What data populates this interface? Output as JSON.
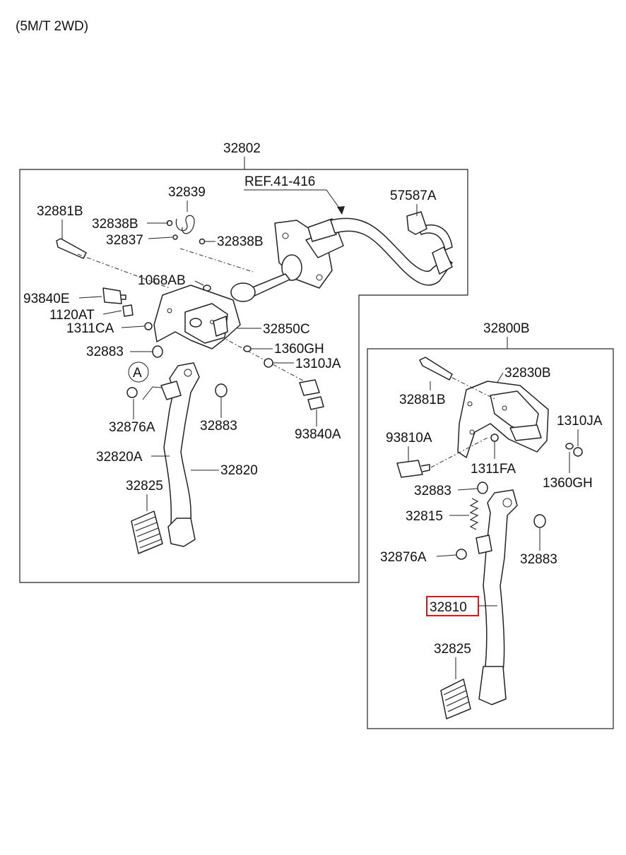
{
  "header": {
    "title": "(5M/T 2WD)"
  },
  "assemblies": {
    "left": {
      "number": "32802",
      "reference": "REF.41-416"
    },
    "right": {
      "number": "32800B"
    }
  },
  "callouts": {
    "left": [
      {
        "id": "l_57587A",
        "text": "57587A"
      },
      {
        "id": "l_32839",
        "text": "32839"
      },
      {
        "id": "l_32881B",
        "text": "32881B"
      },
      {
        "id": "l_32838B_a",
        "text": "32838B"
      },
      {
        "id": "l_32837",
        "text": "32837"
      },
      {
        "id": "l_32838B_b",
        "text": "32838B"
      },
      {
        "id": "l_1068AB",
        "text": "1068AB"
      },
      {
        "id": "l_93840E",
        "text": "93840E"
      },
      {
        "id": "l_1120AT",
        "text": "1120AT"
      },
      {
        "id": "l_1311CA",
        "text": "1311CA"
      },
      {
        "id": "l_32850C",
        "text": "32850C"
      },
      {
        "id": "l_1360GH",
        "text": "1360GH"
      },
      {
        "id": "l_1310JA",
        "text": "1310JA"
      },
      {
        "id": "l_32883_a",
        "text": "32883"
      },
      {
        "id": "l_32876A",
        "text": "32876A"
      },
      {
        "id": "l_32883_b",
        "text": "32883"
      },
      {
        "id": "l_93840A",
        "text": "93840A"
      },
      {
        "id": "l_32820A",
        "text": "32820A"
      },
      {
        "id": "l_32820",
        "text": "32820"
      },
      {
        "id": "l_32825",
        "text": "32825"
      }
    ],
    "right": [
      {
        "id": "r_32830B",
        "text": "32830B"
      },
      {
        "id": "r_32881B",
        "text": "32881B"
      },
      {
        "id": "r_1310JA",
        "text": "1310JA"
      },
      {
        "id": "r_93810A",
        "text": "93810A"
      },
      {
        "id": "r_1311FA",
        "text": "1311FA"
      },
      {
        "id": "r_1360GH",
        "text": "1360GH"
      },
      {
        "id": "r_32883_a",
        "text": "32883"
      },
      {
        "id": "r_32815",
        "text": "32815"
      },
      {
        "id": "r_32876A",
        "text": "32876A"
      },
      {
        "id": "r_32883_b",
        "text": "32883"
      },
      {
        "id": "r_32810",
        "text": "32810",
        "highlighted": true
      },
      {
        "id": "r_32825",
        "text": "32825"
      }
    ]
  },
  "marker": {
    "text": "A"
  },
  "colors": {
    "highlight": "#d8161b",
    "line": "#222222",
    "background": "#ffffff"
  }
}
